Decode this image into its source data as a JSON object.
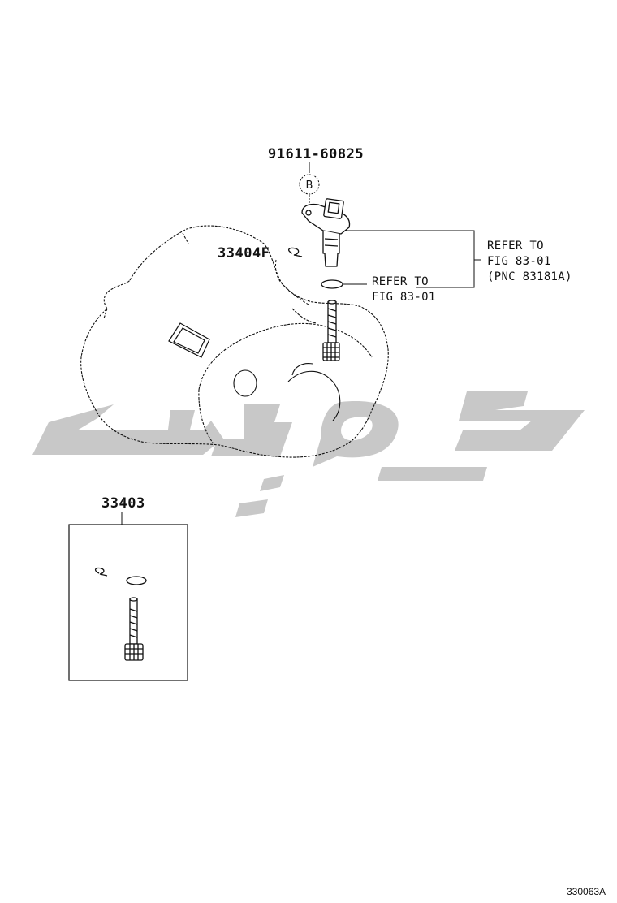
{
  "diagram": {
    "parts": {
      "sensor_bolt": "91611-60825",
      "driven_gear_clip": "33404F",
      "gear_kit": "33403"
    },
    "bolt_marker": "B",
    "notes": {
      "sensor_ref": [
        "REFER TO",
        "FIG 83-01",
        "(PNC 83181A)"
      ],
      "oring_ref": [
        "REFER TO",
        "FIG 83-01"
      ]
    },
    "figure_id": "330063A"
  },
  "colors": {
    "line": "#111111",
    "watermark": "#c8c8c8"
  }
}
